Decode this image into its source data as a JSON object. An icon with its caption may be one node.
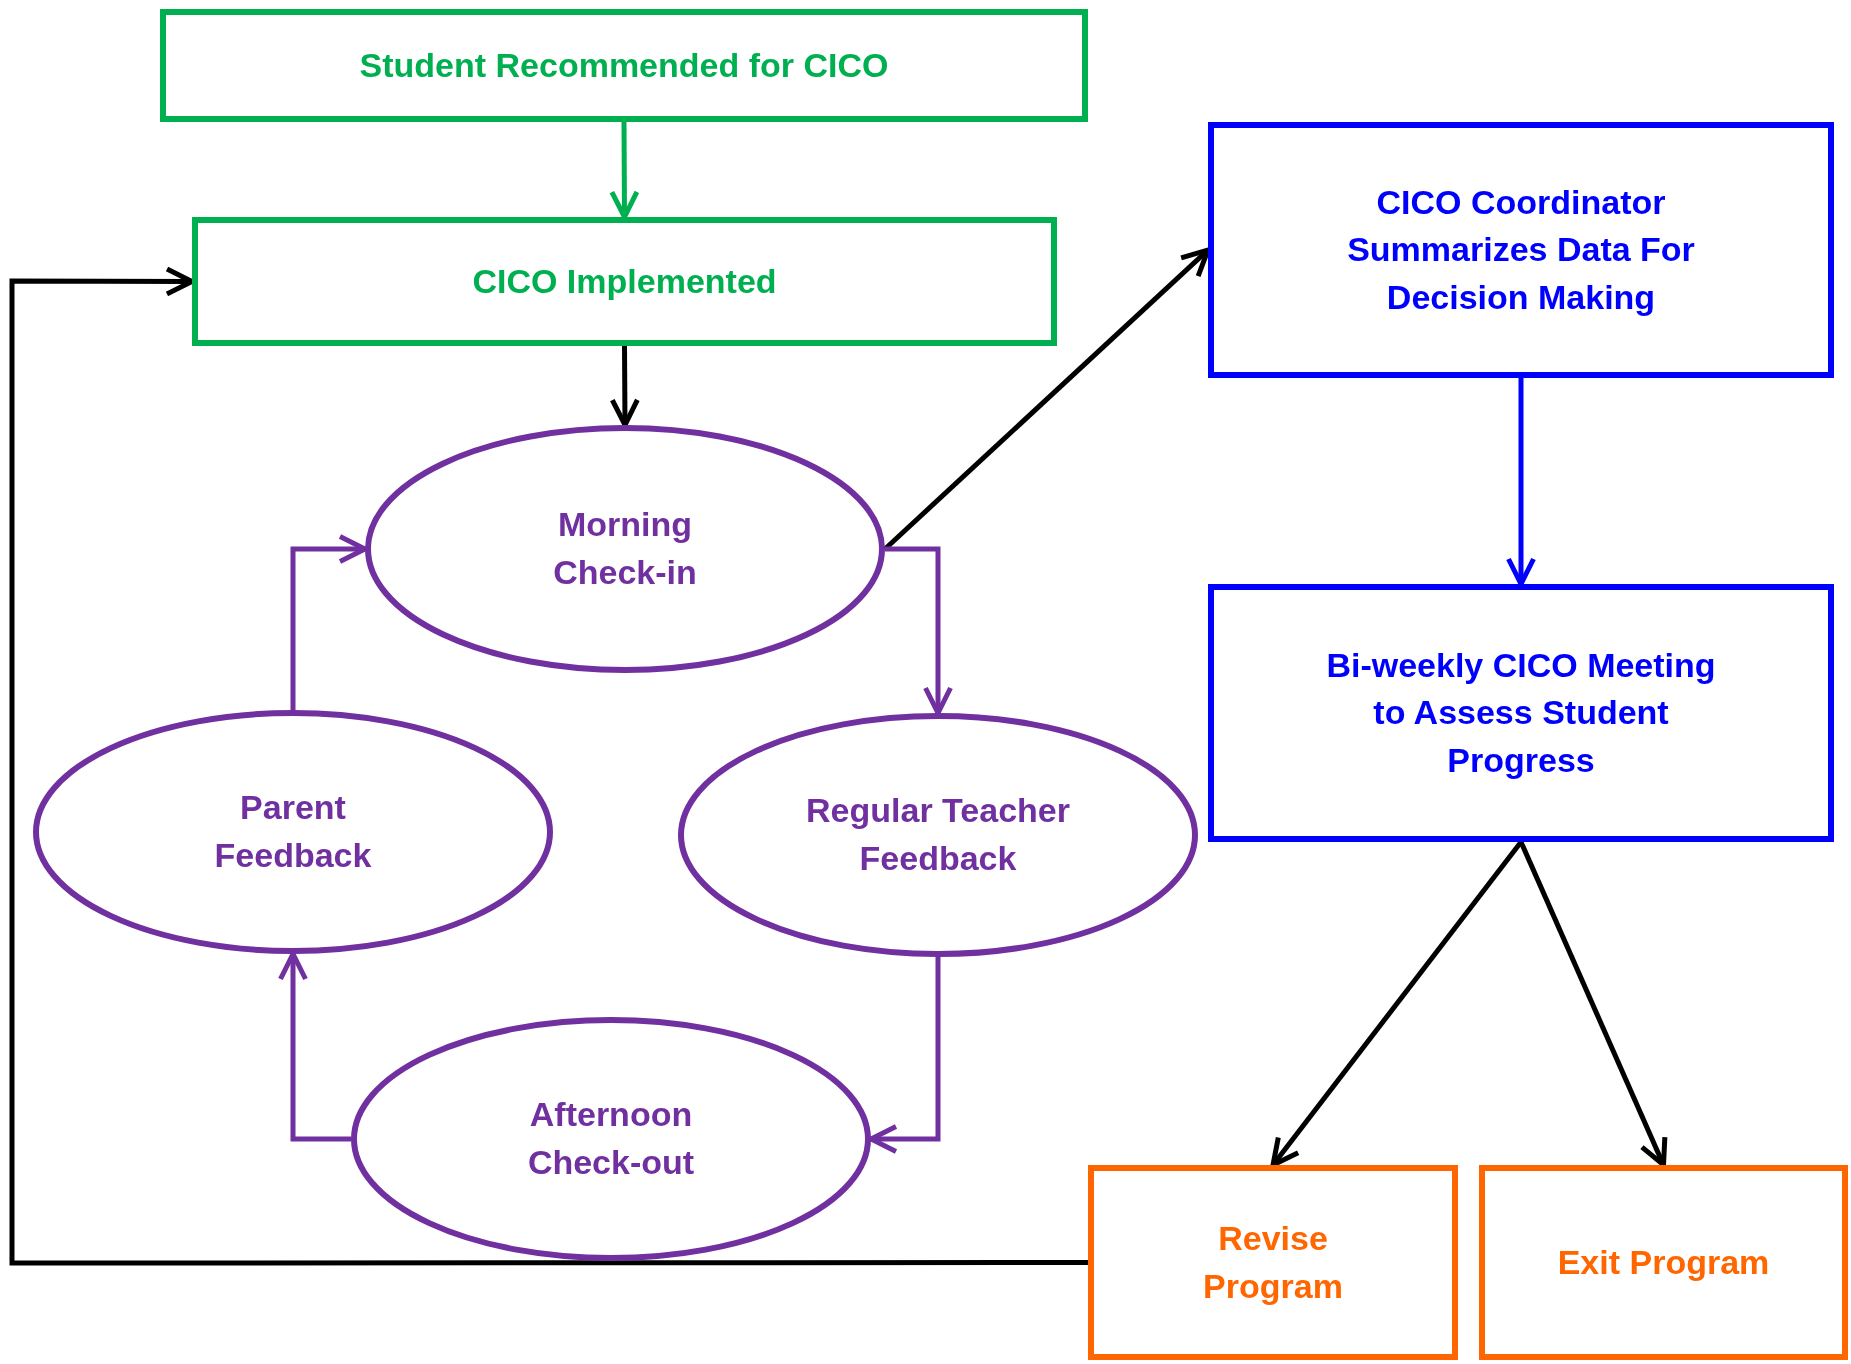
{
  "diagram": {
    "nodes": [
      {
        "text": [
          "Student Recommended for CICO"
        ]
      },
      {
        "text": [
          "CICO Implemented"
        ]
      },
      {
        "text": [
          "Morning Check-in"
        ]
      },
      {
        "text": [
          "Parent Feedback"
        ]
      },
      {
        "text": [
          "Regular Teacher Feedback"
        ]
      },
      {
        "text": [
          "Afternoon Check-out"
        ]
      },
      {
        "text": [
          "CICO Coordinator Summarizes Data For Decision Making"
        ]
      },
      {
        "text": [
          "Bi-weekly CICO Meeting to Assess Student Progress"
        ]
      },
      {
        "text": [
          "Revise Program"
        ]
      },
      {
        "text": [
          "Exit Program"
        ]
      }
    ],
    "edges": [
      {
        "from": 0,
        "to": 1,
        "arrow": "to",
        "color": "#00b050"
      },
      {
        "from": 1,
        "to": 2,
        "arrow": "to"
      },
      {
        "from": 2,
        "to": 6,
        "arrow": "to"
      },
      {
        "from": 2,
        "to": 4,
        "arrow": "to",
        "color": "#7030a0"
      },
      {
        "from": 4,
        "to": 5,
        "arrow": "to",
        "color": "#7030a0"
      },
      {
        "from": 5,
        "to": 3,
        "arrow": "to",
        "color": "#7030a0"
      },
      {
        "from": 3,
        "to": 2,
        "arrow": "to",
        "color": "#7030a0"
      },
      {
        "from": 6,
        "to": 7,
        "arrow": "to",
        "color": "#0000ff"
      },
      {
        "from": 7,
        "to": 8,
        "arrow": "to"
      },
      {
        "from": 7,
        "to": 9,
        "arrow": "to"
      },
      {
        "from": 8,
        "to": 1,
        "arrow": "to"
      }
    ]
  }
}
